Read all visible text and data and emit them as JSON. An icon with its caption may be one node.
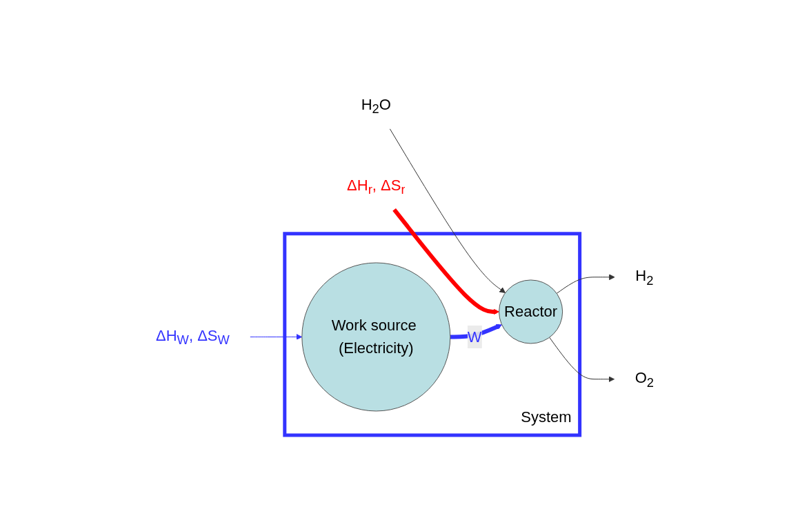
{
  "diagram": {
    "nodes": [
      {
        "text": [
          "System"
        ]
      },
      {
        "text": [
          "Reactor"
        ],
        "in": 0
      },
      {
        "text": [
          "Work source (Electricity)"
        ],
        "in": 0
      },
      {
        "text": [
          "H$_{2}$O"
        ]
      },
      {
        "text": [
          "H$_{2}$"
        ]
      },
      {
        "text": [
          "O$_{2}$"
        ]
      },
      {
        "text": [
          "ΔH$_{r}$, ΔS$_{r}$"
        ]
      },
      {
        "text": [
          "ΔH$_{W}$, ΔS$_{W}$"
        ]
      }
    ],
    "edges": [
      {
        "from": 3,
        "to": 1,
        "arrow": "to"
      },
      {
        "from": 1,
        "to": 4,
        "arrow": "to"
      },
      {
        "from": 1,
        "to": 5,
        "arrow": "to"
      },
      {
        "from": 6,
        "to": 1,
        "arrow": "to",
        "style": "thick",
        "color": "#ff0000"
      },
      {
        "from": 2,
        "to": 1,
        "arrow": "to",
        "label": "W",
        "style": "thick",
        "color": "#3333ff"
      },
      {
        "from": 7,
        "to": 2,
        "arrow": "to",
        "color": "#3333ff"
      }
    ]
  }
}
